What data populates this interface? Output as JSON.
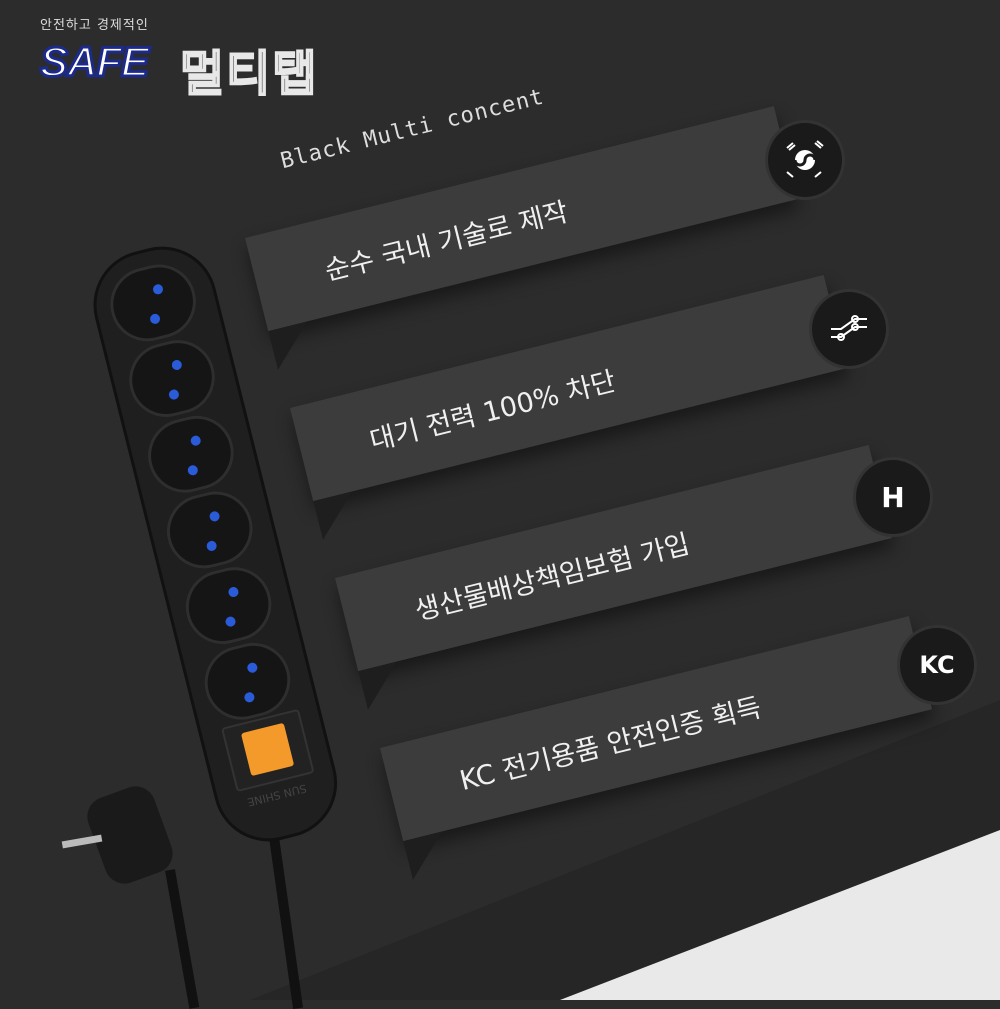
{
  "logo": {
    "tagline": "안전하고 경제적인",
    "brand": "SAFE",
    "name": "멀티탭"
  },
  "headline": "Black Multi concent",
  "features": [
    {
      "label": "순수 국내 기술로 제작",
      "icon": "taegeuk-flag-icon"
    },
    {
      "label": "대기 전력 100% 차단",
      "icon": "circuit-switch-icon"
    },
    {
      "label": "생산물배상책임보험 가입",
      "icon": "h-insurance-icon"
    },
    {
      "label": "KC 전기용품 안전인증 획득",
      "icon": "kc-mark-icon"
    }
  ],
  "product": {
    "brand_mark": "SUN SHINE",
    "switch_color": "#f39a2a",
    "socket_count": 6
  },
  "colors": {
    "background": "#2c2c2c",
    "ribbon": "#3c3c3c",
    "logo_blue": "#1c2a8c"
  }
}
